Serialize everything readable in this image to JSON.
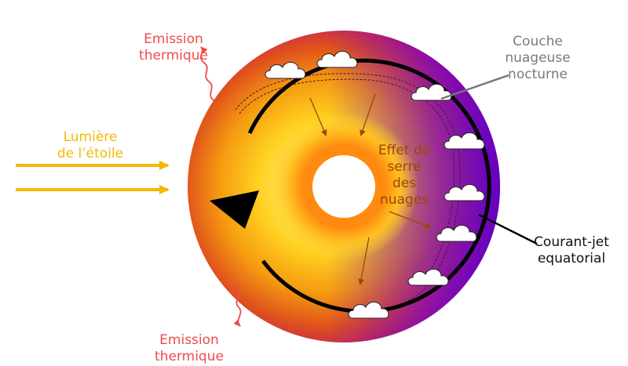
{
  "labels": {
    "emission_top": [
      "Emission",
      "thermique"
    ],
    "emission_bottom": [
      "Emission",
      "thermique"
    ],
    "star_light": [
      "Lumière",
      "de l’étoile"
    ],
    "night_clouds": [
      "Couche",
      "nuageuse",
      "nocturne"
    ],
    "jet": [
      "Courant-jet",
      "equatorial"
    ],
    "greenhouse": [
      "Effet de",
      "serre",
      "des",
      "nuages"
    ]
  },
  "colors": {
    "emission": "#f04a4a",
    "star_light": "#f5b800",
    "night_clouds": "#7a7a7a",
    "jet": "#111111",
    "greenhouse": "#a0440a"
  },
  "icons": [
    "cloud-icon",
    "wavy-arrow-icon",
    "jet-arrowhead-icon"
  ]
}
